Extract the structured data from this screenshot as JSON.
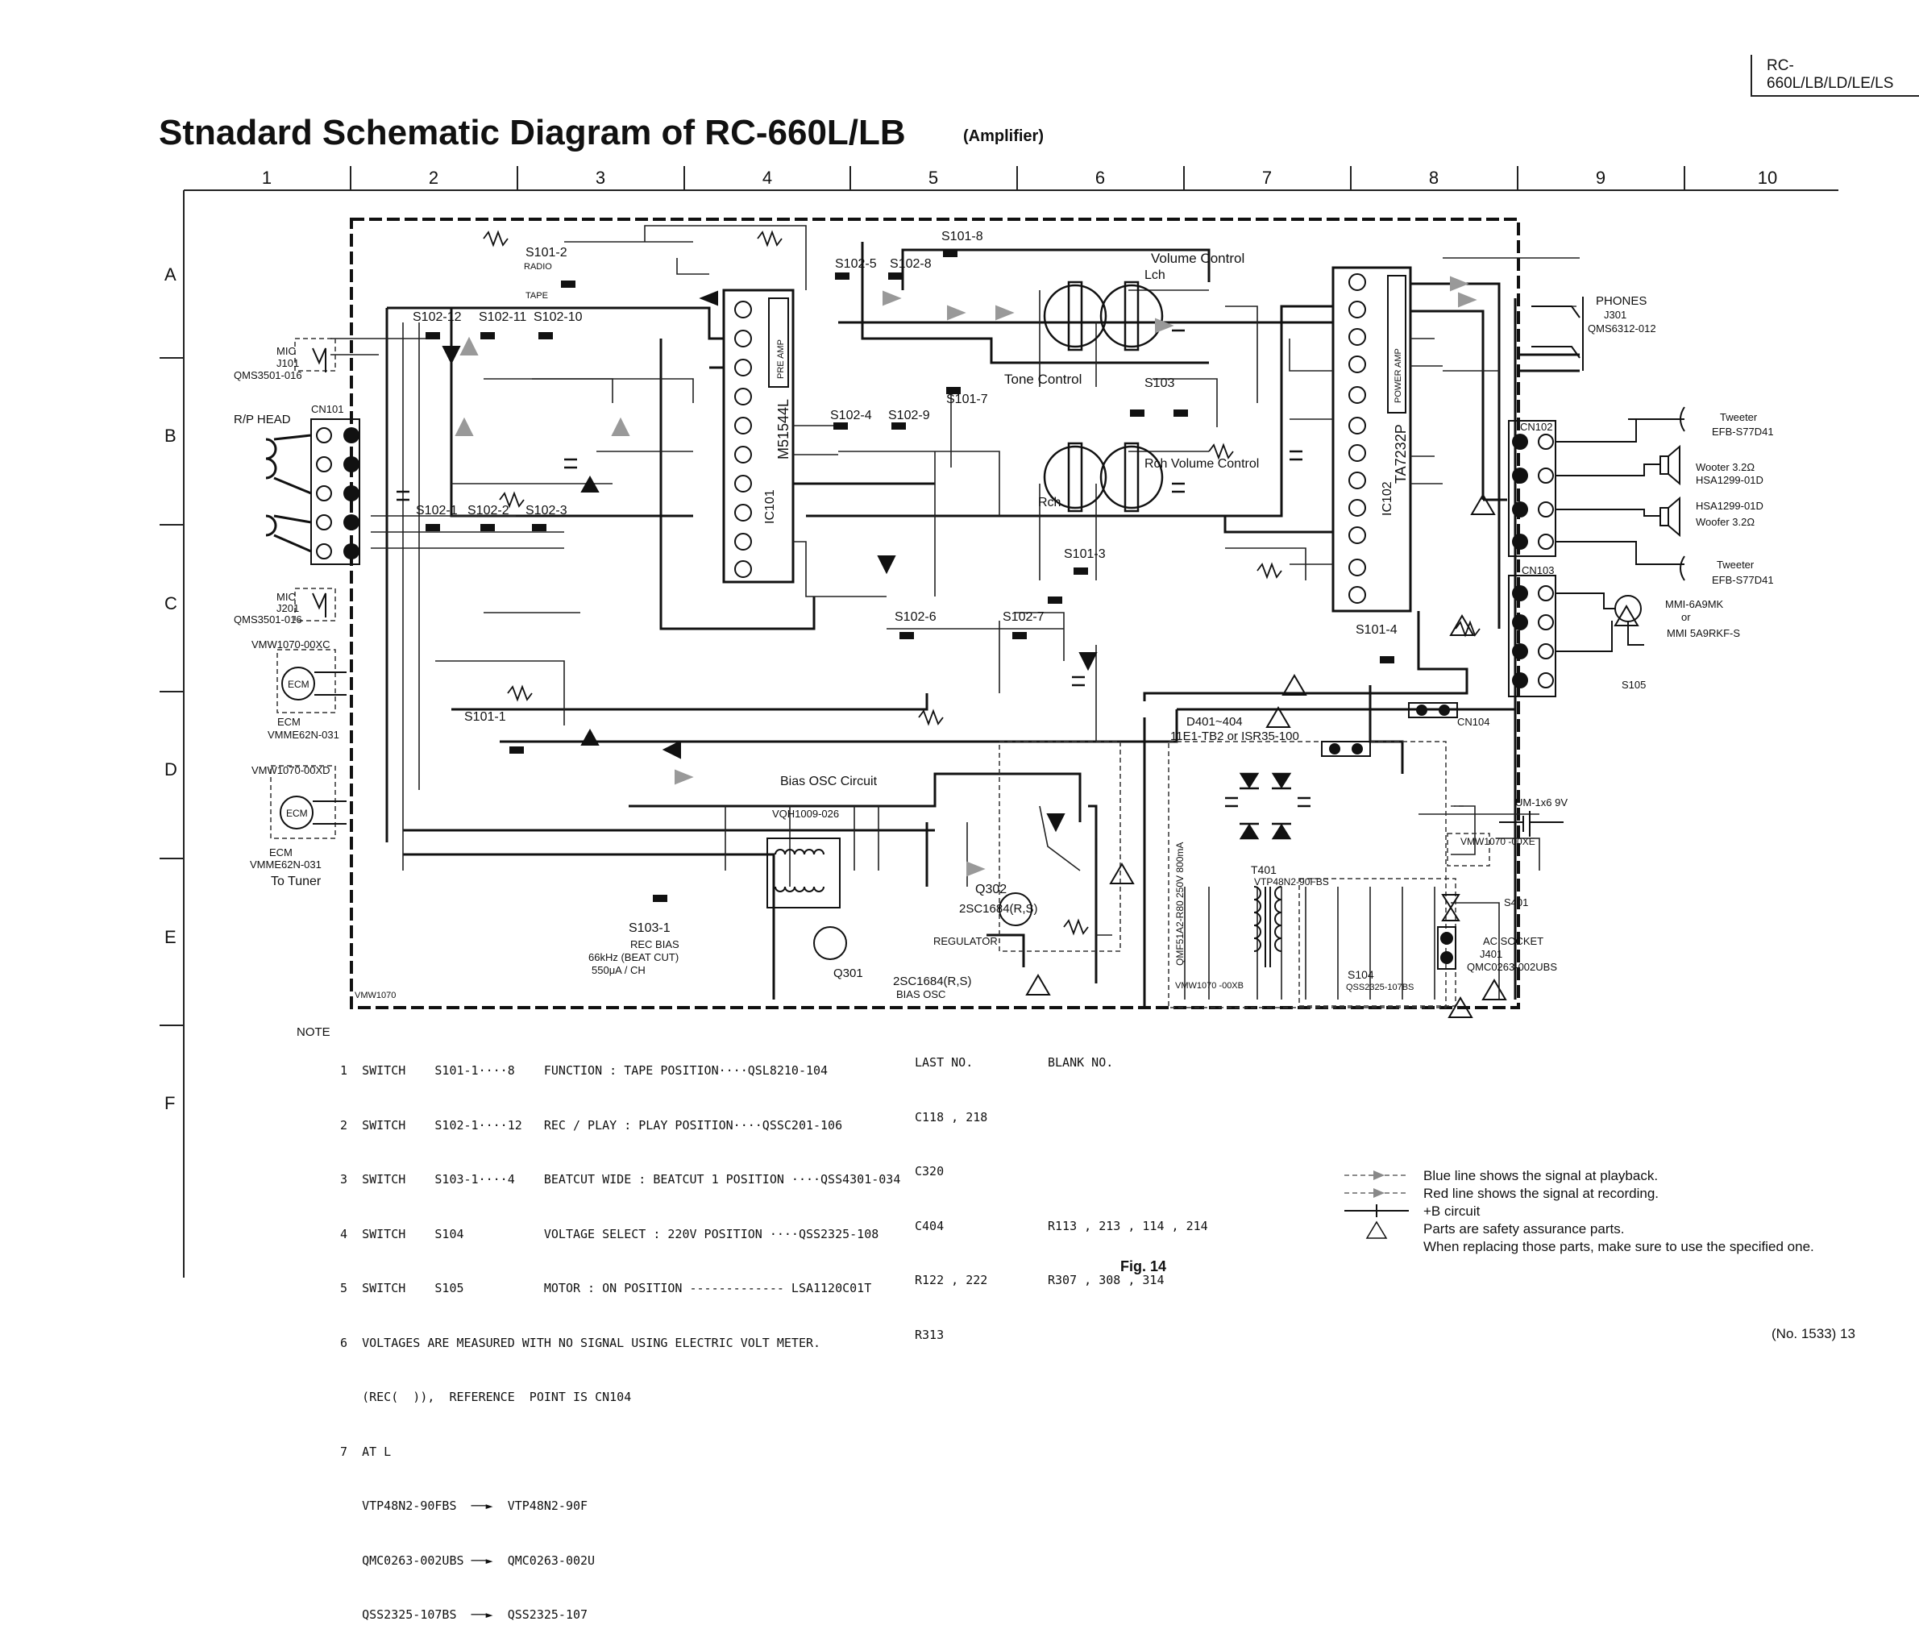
{
  "header": {
    "model": "RC-660L/LB/LD/LE/LS"
  },
  "title": "Stnadard Schematic Diagram of RC-660L/LB",
  "subtitle": "(Amplifier)",
  "grid": {
    "columns": [
      "1",
      "2",
      "3",
      "4",
      "5",
      "6",
      "7",
      "8",
      "9",
      "10"
    ],
    "rows": [
      "A",
      "B",
      "C",
      "D",
      "E",
      "F"
    ]
  },
  "blocks": {
    "mic1": "MIC",
    "mic1_j": "J101",
    "mic1_p": "QMS3501-016",
    "rp_head": "R/P HEAD",
    "cn101": "CN101",
    "mic2": "MIC",
    "mic2_j": "J201",
    "mic2_p": "QMS3501-016",
    "ecm1_w": "VMW1070-00XC",
    "ecm1": "ECM",
    "ecm1_l1": "ECM",
    "ecm1_l2": "VMME62N-031",
    "ecm2_w": "VMW1070-00XD",
    "ecm2": "ECM",
    "ecm2_l1": "ECM",
    "ecm2_l2": "VMME62N-031",
    "to_tuner": "To Tuner",
    "vmw_bottom": "VMW1070",
    "s101_2": "S101-2",
    "radio": "RADIO",
    "tape": "TAPE",
    "s102_12": "S102-12",
    "s102_11": "S102-11",
    "s102_10": "S102-10",
    "s102_1": "S102-1",
    "s102_2": "S102-2",
    "s102_3": "S102-3",
    "s101_1": "S101-1",
    "s101_8": "S101-8",
    "s102_5": "S102-5",
    "s102_8": "S102-8",
    "s102_4": "S102-4",
    "s102_9": "S102-9",
    "s101_7": "S101-7",
    "s102_6": "S102-6",
    "s102_7": "S102-7",
    "s101_3": "S101-3",
    "s101_4": "S101-4",
    "s103": "S103",
    "s103_1": "S103-1",
    "rec_bias": "REC BIAS",
    "beat_cut": "66kHz (BEAT CUT)",
    "bias_current": "550μA / CH",
    "bias_osc": "Bias OSC Circuit",
    "vqh": "VQH1009-026",
    "ic101": "IC101",
    "ic101_part": "M51544L",
    "pre_amp": "PRE AMP",
    "ic102": "IC102",
    "ic102_part": "TA7232P",
    "power_amp": "POWER AMP",
    "vol_lch": "Volume Control",
    "lch": "Lch",
    "tone": "Tone Control",
    "vol_rch": "Rch Volume Control",
    "rch": "Rch",
    "q301": "Q301",
    "q302": "Q302",
    "q_part": "2SC1684(R,S)",
    "regulator": "REGULATOR",
    "bias_osc_label": "BIAS OSC",
    "d401": "D401~404",
    "d401_part": "11E1-TB2 or ISR35-100",
    "t401": "T401",
    "t401_part": "VTP48N2-90FBS",
    "fuse": "QMF51A2-R80 250V 800mA",
    "s104": "S104",
    "s104_part": "QSS2325-107BS",
    "vmw_xb": "VMW1070 -00XB",
    "phones": "PHONES",
    "phones_j": "J301",
    "phones_p": "QMS6312-012",
    "cn102": "CN102",
    "cn103": "CN103",
    "cn104": "CN104",
    "tweeter1": "Tweeter",
    "tweeter1_p": "EFB-S77D41",
    "woofer1": "Wooter 3.2Ω",
    "woofer1_p": "HSA1299-01D",
    "woofer2_p": "HSA1299-01D",
    "woofer2": "Woofer 3.2Ω",
    "tweeter2": "Tweeter",
    "tweeter2_p": "EFB-S77D41",
    "motor_p1": "MMI-6A9MK",
    "motor_or": "or",
    "motor_p2": "MMI 5A9RKF-S",
    "s105": "S105",
    "battery": "UM-1x6 9V",
    "vmw_xe": "VMW1070 -00XE",
    "s401": "S401",
    "ac_socket": "AC SOCKET",
    "j401": "J401",
    "j401_p": "QMC0263-002UBS"
  },
  "notes": {
    "label": "NOTE",
    "lines": [
      "1  SWITCH    S101-1····8    FUNCTION : TAPE POSITION····QSL8210-104",
      "2  SWITCH    S102-1····12   REC / PLAY : PLAY POSITION····QSSC201-106",
      "3  SWITCH    S103-1····4    BEATCUT WIDE : BEATCUT 1 POSITION ····QSS4301-034",
      "4  SWITCH    S104           VOLTAGE SELECT : 220V POSITION ····QSS2325-108",
      "5  SWITCH    S105           MOTOR : ON POSITION ------------- LSA1120C01T",
      "6  VOLTAGES ARE MEASURED WITH NO SIGNAL USING ELECTRIC VOLT METER.",
      "   (REC(  )),  REFERENCE  POINT IS CN104",
      "7  AT L",
      "   VTP48N2-90FBS  ──►  VTP48N2-90F",
      "   QMC0263-002UBS ──►  QMC0263-002U",
      "   QSS2325-107BS  ──►  QSS2325-107"
    ]
  },
  "last_no": {
    "label": "LAST NO.",
    "lines": [
      "C118 , 218",
      "C320",
      "C404",
      "R122 , 222",
      "R313"
    ]
  },
  "blank_no": {
    "label": "BLANK NO.",
    "lines": [
      "R113 , 213 , 114 , 214",
      "R307 , 308 , 314"
    ]
  },
  "legend": [
    "Blue line shows the signal at playback.",
    "Red line shows the signal at recording.",
    "+B circuit",
    "Parts are safety assurance parts.",
    "When replacing those parts, make sure to use the specified one."
  ],
  "figure": "Fig. 14",
  "page": "(No. 1533)  13"
}
